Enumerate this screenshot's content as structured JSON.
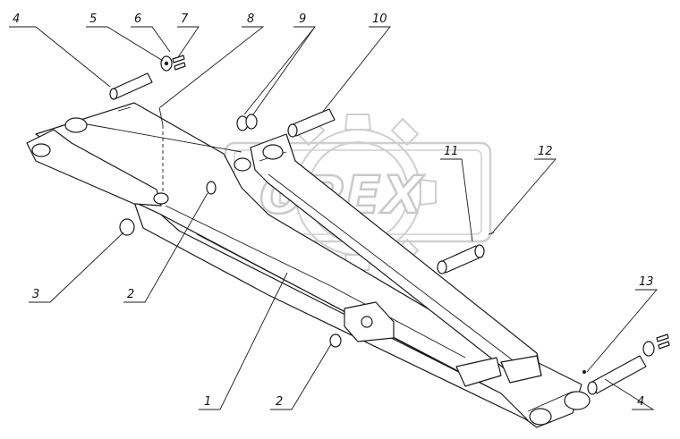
{
  "watermark": {
    "text": "OPEX",
    "color": "#c9c9c9"
  },
  "callouts": [
    {
      "id": "c4a",
      "label": "4"
    },
    {
      "id": "c5",
      "label": "5"
    },
    {
      "id": "c6",
      "label": "6"
    },
    {
      "id": "c7",
      "label": "7"
    },
    {
      "id": "c8",
      "label": "8"
    },
    {
      "id": "c9",
      "label": "9"
    },
    {
      "id": "c10",
      "label": "10"
    },
    {
      "id": "c11",
      "label": "11"
    },
    {
      "id": "c12",
      "label": "12"
    },
    {
      "id": "c13",
      "label": "13"
    },
    {
      "id": "c3",
      "label": "3"
    },
    {
      "id": "c2a",
      "label": "2"
    },
    {
      "id": "c1",
      "label": "1"
    },
    {
      "id": "c2b",
      "label": "2"
    },
    {
      "id": "c4b",
      "label": "4"
    }
  ]
}
